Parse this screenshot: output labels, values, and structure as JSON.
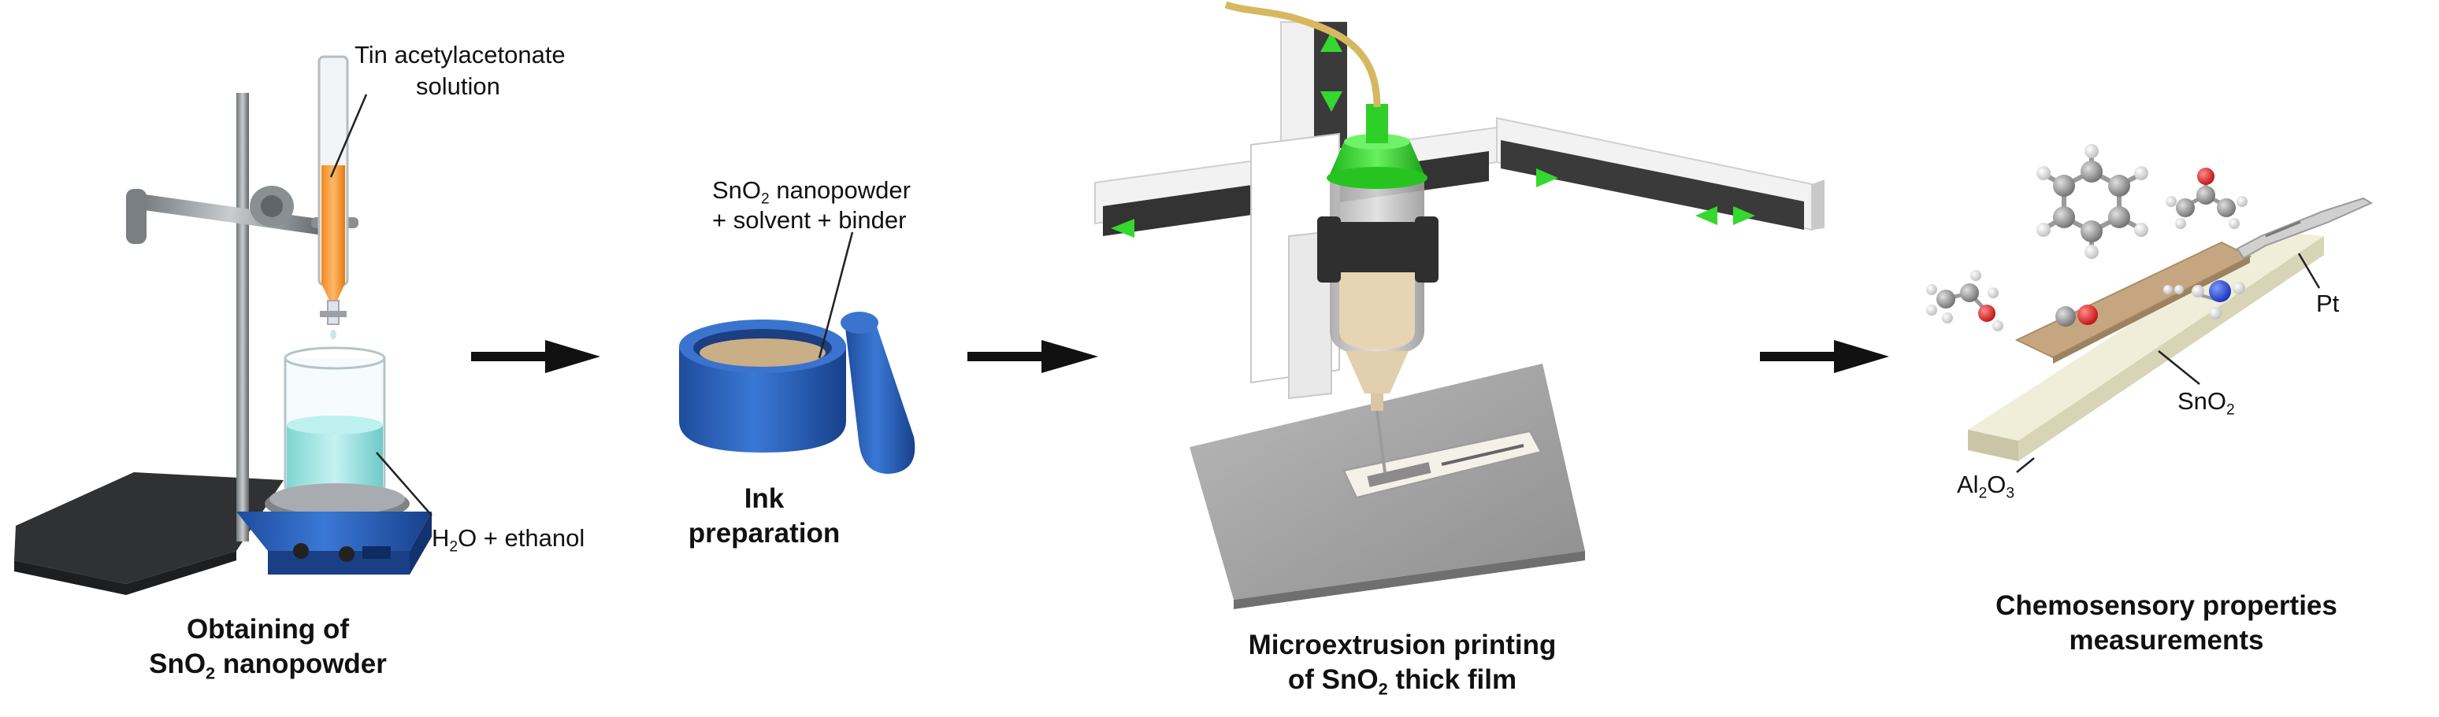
{
  "colors": {
    "arrow": "#111111",
    "orange_solution": "#f5a340",
    "water": "#9fe3e2",
    "mortar_blue": "#2c5fb4",
    "ink_tan": "#c9ae86",
    "printer_green": "#35d82e",
    "substrate": "#e4e0c6",
    "sno2_film": "#c5a680",
    "oxygen_red": "#e02020",
    "nitrogen_blue": "#1f3fd8",
    "carbon_grey": "#8a8a8a"
  },
  "icons": [
    "lab-stand-icon",
    "burette-icon",
    "beaker-icon",
    "magnetic-stirrer-icon",
    "mortar-icon",
    "pestle-icon",
    "3d-printer-icon",
    "sensor-substrate-icon",
    "molecule-icon",
    "arrow-right-icon"
  ],
  "labels": {
    "tin_line1": "Tin acetylacetonate",
    "tin_line2": "solution",
    "h2o": "H",
    "h2o_sub": "2",
    "h2o_rest": "O + ethanol",
    "sno2_np_a": "SnO",
    "sno2_np_sub": "2",
    "sno2_np_rest": " nanopowder",
    "solvent": "+ solvent + binder",
    "al": "Al",
    "al_sub1": "2",
    "al_o": "O",
    "al_sub2": "3",
    "sno2_a": "SnO",
    "sno2_sub": "2",
    "pt": "Pt"
  },
  "captions": {
    "step1_line1": "Obtaining of",
    "step1_line2_a": "SnO",
    "step1_line2_sub": "2",
    "step1_line2_rest": " nanopowder",
    "step2_line1": "Ink",
    "step2_line2": "preparation",
    "step3_line1": "Microextrusion printing",
    "step3_line2_a": "of SnO",
    "step3_line2_sub": "2",
    "step3_line2_rest": " thick film",
    "step4_line1": "Chemosensory properties",
    "step4_line2": "measurements"
  }
}
